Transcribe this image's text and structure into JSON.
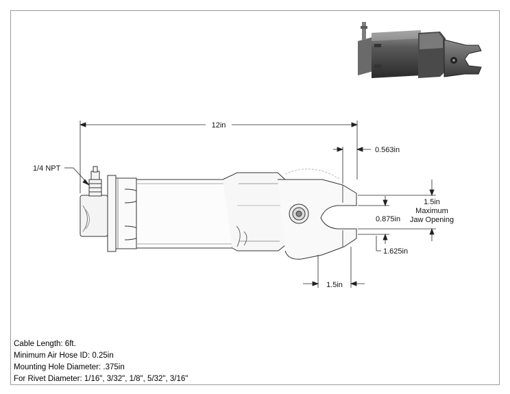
{
  "dimensions": {
    "overall_length": "12in",
    "jaw_thickness": "0.563in",
    "max_jaw_opening_value": "1.5in",
    "max_jaw_opening_label_line1": "Maximum",
    "max_jaw_opening_label_line2": "Jaw Opening",
    "inner_gap": "0.875in",
    "jaw_depth": "1.625in",
    "jaw_width": "1.5in",
    "air_fitting": "1/4 NPT"
  },
  "notes": [
    "Cable Length: 6ft.",
    "Minimum Air Hose ID: 0.25in",
    "Mounting Hole Diameter: .375in",
    "For Rivet Diameter: 1/16\", 3/32\", 1/8\", 5/32\", 3/16\""
  ],
  "icons": {
    "thumbnail": "tool-3d-render-icon"
  }
}
